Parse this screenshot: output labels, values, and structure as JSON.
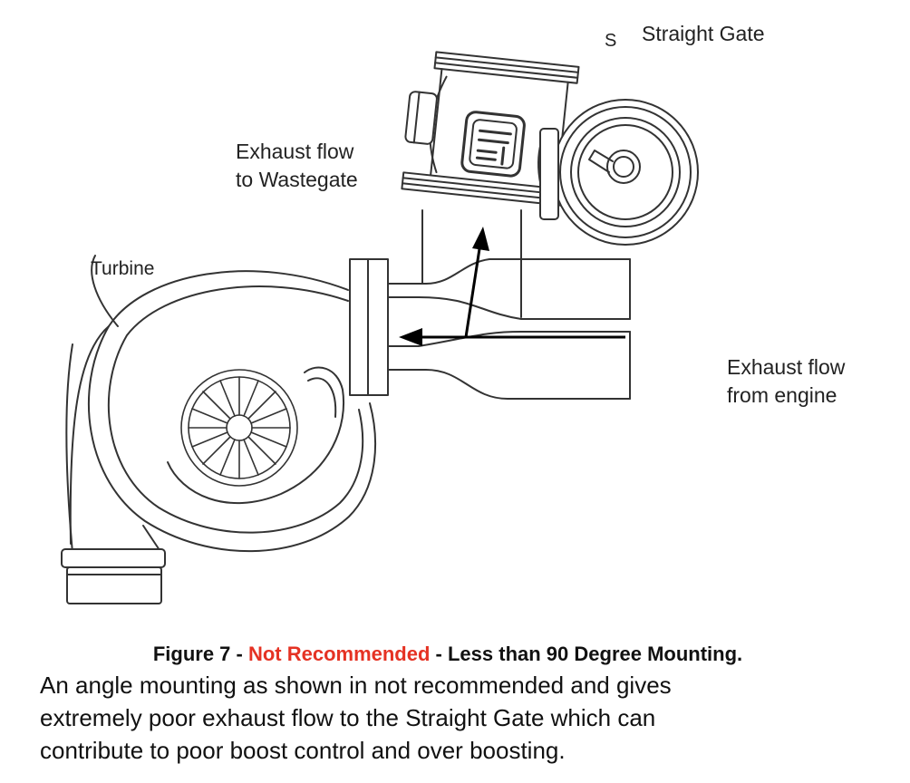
{
  "labels": {
    "brand_mark": "S",
    "straight_gate": "Straight Gate",
    "exhaust_to_wastegate": [
      "Exhaust flow",
      "to Wastegate"
    ],
    "turbine": "Turbine",
    "exhaust_from_engine": [
      "Exhaust flow",
      "from engine"
    ]
  },
  "caption": {
    "prefix": "Figure 7 - ",
    "highlight": "Not Recommended",
    "suffix": " - Less than 90 Degree Mounting.",
    "highlight_color": "#e53223",
    "body": [
      "An angle mounting as shown in not recommended and gives",
      "extremely poor exhaust flow to the Straight Gate which can",
      "contribute to poor boost control and over boosting."
    ]
  },
  "icons": {
    "brand_logo": "straight-gate-logo-icon",
    "arrow": "flow-arrow-icon"
  }
}
